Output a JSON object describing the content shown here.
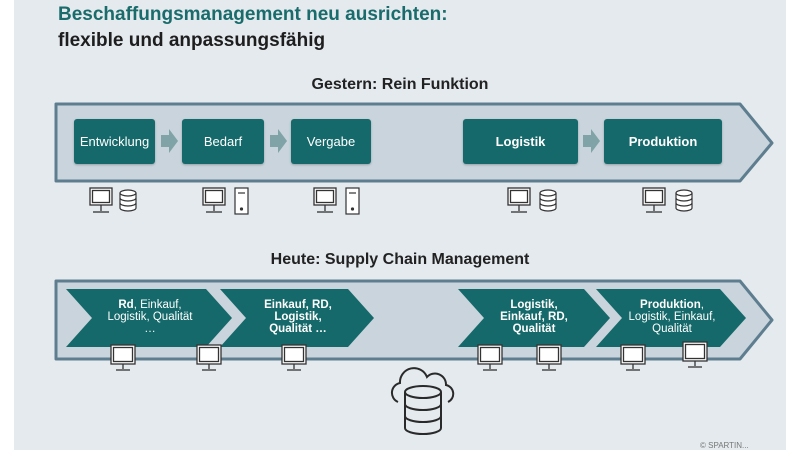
{
  "header": {
    "title_line1": "Beschaffungsmanagement neu ausrichten:",
    "title_line2": "flexible und anpassungsfähig"
  },
  "section_gestern": {
    "heading": "Gestern: Rein Funktion",
    "steps": [
      "Entwicklung",
      "Bedarf",
      "Vergabe",
      "Logistik",
      "Produktion"
    ]
  },
  "section_heute": {
    "heading": "Heute: Supply Chain Management",
    "chevrons": [
      {
        "bold": "Rd",
        "rest": ", Einkauf,",
        "line2": "Logistik, Qualität",
        "line3": "…"
      },
      {
        "line1": "Einkauf, RD,",
        "line2": "Logistik,",
        "line3": "Qualität …"
      },
      {
        "line1": "Logistik,",
        "line2": "Einkauf, RD,",
        "line3": "Qualität"
      },
      {
        "bold": "Produktion",
        "rest": ",",
        "line2": "Logistik, Einkauf,",
        "line3": "Qualität"
      }
    ]
  },
  "icons": {
    "gestern": [
      "monitor-icon",
      "database-icon",
      "tower-pc-icon"
    ],
    "heute": [
      "monitor-icon",
      "cloud-database-icon"
    ]
  },
  "colors": {
    "teal": "#15696a",
    "arrow_fill": "#c9d4dc",
    "arrow_stroke": "#5e7e90",
    "connector": "#7fa3a6"
  },
  "footer": {
    "copyright": "© SPARTIN..."
  }
}
